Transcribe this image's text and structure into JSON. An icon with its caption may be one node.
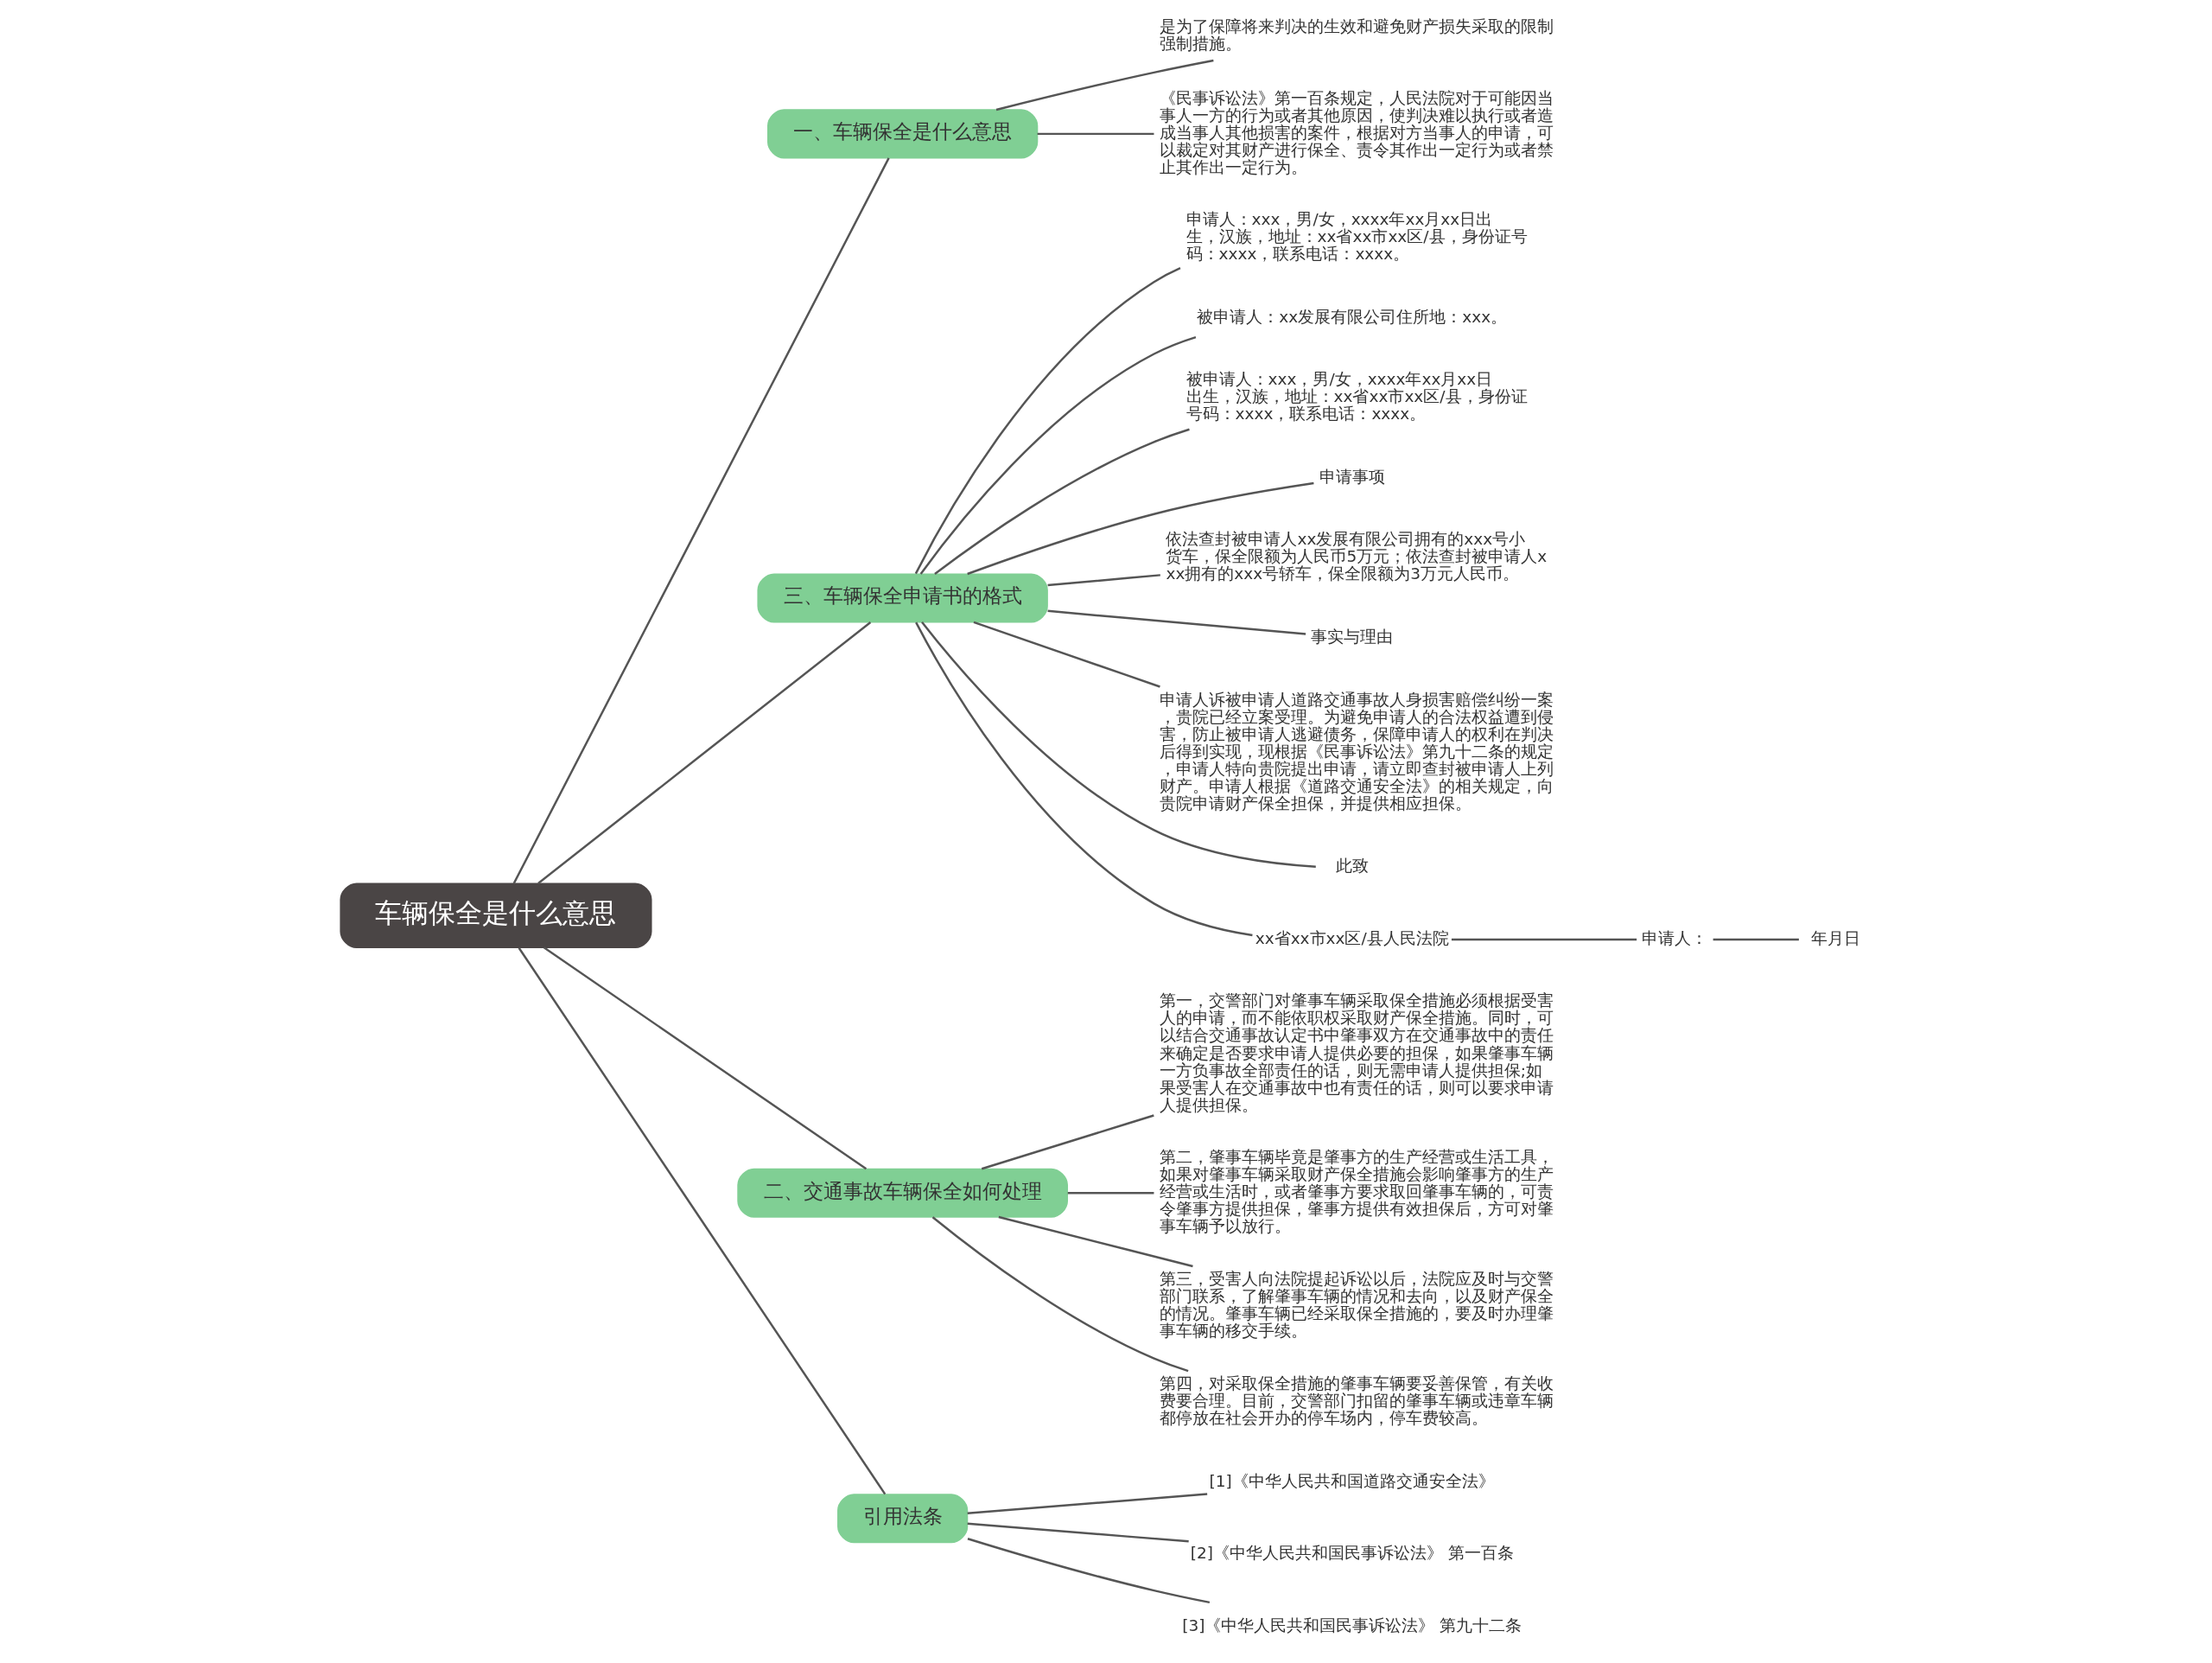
{
  "diagram": {
    "nodes": [
      {
        "text": [
          "车辆保全是什么意思"
        ]
      },
      {
        "text": [
          "一、车辆保全是什么意思"
        ]
      },
      {
        "text": [
          "是为了保障将来判决的生效和避免财产损失采取的限制强制措施。"
        ]
      },
      {
        "text": [
          "《民事诉讼法》第一百条规定，人民法院对于可能因当事人一方的行为或者其他原因，使判决难以执行或者造成当事人其他损害的案件，根据对方当事人的申请，可以裁定对其财产进行保全、责令其作出一定行为或者禁止其作出一定行为。"
        ]
      },
      {
        "text": [
          "三、车辆保全申请书的格式"
        ]
      },
      {
        "text": [
          "申请人：xxx，男/女，xxxx年xx月xx日出生，汉族，地址：xx省xx市xx区/县，身份证号码：xxxx，联系电话：xxxx。"
        ]
      },
      {
        "text": [
          "被申请人：xx发展有限公司住所地：xxx。"
        ]
      },
      {
        "text": [
          "被申请人：xxx，男/女，xxxx年xx月xx日出生，汉族，地址：xx省xx市xx区/县，身份证号码：xxxx，联系电话：xxxx。"
        ]
      },
      {
        "text": [
          "申请事项"
        ]
      },
      {
        "text": [
          "依法查封被申请人xx发展有限公司拥有的xxx号小货车，保全限额为人民币5万元；依法查封被申请人xxx拥有的xxx号轿车，保全限额为3万元人民币。"
        ]
      },
      {
        "text": [
          "事实与理由"
        ]
      },
      {
        "text": [
          "申请人诉被申请人道路交通事故人身损害赔偿纠纷一案，贵院已经立案受理。为避免申请人的合法权益遭到侵害，防止被申请人逃避债务，保障申请人的权利在判决后得到实现，现根据《民事诉讼法》第九十二条的规定，申请人特向贵院提出申请，请立即查封被申请人上列财产。申请人根据《道路交通安全法》的相关规定，向贵院申请财产保全担保，并提供相应担保。"
        ]
      },
      {
        "text": [
          "此致"
        ]
      },
      {
        "text": [
          "xx省xx市xx区/县人民法院"
        ]
      },
      {
        "text": [
          "申请人："
        ]
      },
      {
        "text": [
          "年月日"
        ]
      },
      {
        "text": [
          "二、交通事故车辆保全如何处理"
        ]
      },
      {
        "text": [
          "第一，交警部门对肇事车辆采取保全措施必须根据受害人的申请，而不能依职权采取财产保全措施。同时，可以结合交通事故认定书中肇事双方在交通事故中的责任来确定是否要求申请人提供必要的担保，如果肇事车辆一方负事故全部责任的话，则无需申请人提供担保;如果受害人在交通事故中也有责任的话，则可以要求申请人提供担保。"
        ]
      },
      {
        "text": [
          "第二，肇事车辆毕竟是肇事方的生产经营或生活工具，如果对肇事车辆采取财产保全措施会影响肇事方的生产经营或生活时，或者肇事方要求取回肇事车辆的，可责令肇事方提供担保，肇事方提供有效担保后，方可对肇事车辆予以放行。"
        ]
      },
      {
        "text": [
          "第三，受害人向法院提起诉讼以后，法院应及时与交警部门联系，了解肇事车辆的情况和去向，以及财产保全的情况。肇事车辆已经采取保全措施的，要及时办理肇事车辆的移交手续。"
        ]
      },
      {
        "text": [
          "第四，对采取保全措施的肇事车辆要妥善保管，有关收费要合理。目前，交警部门扣留的肇事车辆或违章车辆都停放在社会开办的停车场内，停车费较高。"
        ]
      },
      {
        "text": [
          "引用法条"
        ]
      },
      {
        "text": [
          "[1]《中华人民共和国道路交通安全法》"
        ]
      },
      {
        "text": [
          "[2]《中华人民共和国民事诉讼法》 第一百条"
        ]
      },
      {
        "text": [
          "[3]《中华人民共和国民事诉讼法》 第九十二条"
        ]
      }
    ],
    "edges": [
      {
        "from": 0,
        "to": 1,
        "arrow": "none"
      },
      {
        "from": 1,
        "to": 2,
        "arrow": "none"
      },
      {
        "from": 1,
        "to": 3,
        "arrow": "none"
      },
      {
        "from": 0,
        "to": 4,
        "arrow": "none"
      },
      {
        "from": 4,
        "to": 5,
        "arrow": "none"
      },
      {
        "from": 4,
        "to": 6,
        "arrow": "none"
      },
      {
        "from": 4,
        "to": 7,
        "arrow": "none"
      },
      {
        "from": 4,
        "to": 8,
        "arrow": "none"
      },
      {
        "from": 4,
        "to": 9,
        "arrow": "none"
      },
      {
        "from": 4,
        "to": 10,
        "arrow": "none"
      },
      {
        "from": 4,
        "to": 11,
        "arrow": "none"
      },
      {
        "from": 4,
        "to": 12,
        "arrow": "none"
      },
      {
        "from": 4,
        "to": 13,
        "arrow": "none"
      },
      {
        "from": 13,
        "to": 14,
        "arrow": "none"
      },
      {
        "from": 14,
        "to": 15,
        "arrow": "none"
      },
      {
        "from": 0,
        "to": 16,
        "arrow": "none"
      },
      {
        "from": 16,
        "to": 17,
        "arrow": "none"
      },
      {
        "from": 16,
        "to": 18,
        "arrow": "none"
      },
      {
        "from": 16,
        "to": 19,
        "arrow": "none"
      },
      {
        "from": 16,
        "to": 20,
        "arrow": "none"
      },
      {
        "from": 0,
        "to": 21,
        "arrow": "none"
      },
      {
        "from": 21,
        "to": 22,
        "arrow": "none"
      },
      {
        "from": 21,
        "to": 23,
        "arrow": "none"
      },
      {
        "from": 21,
        "to": 24,
        "arrow": "none"
      }
    ]
  }
}
